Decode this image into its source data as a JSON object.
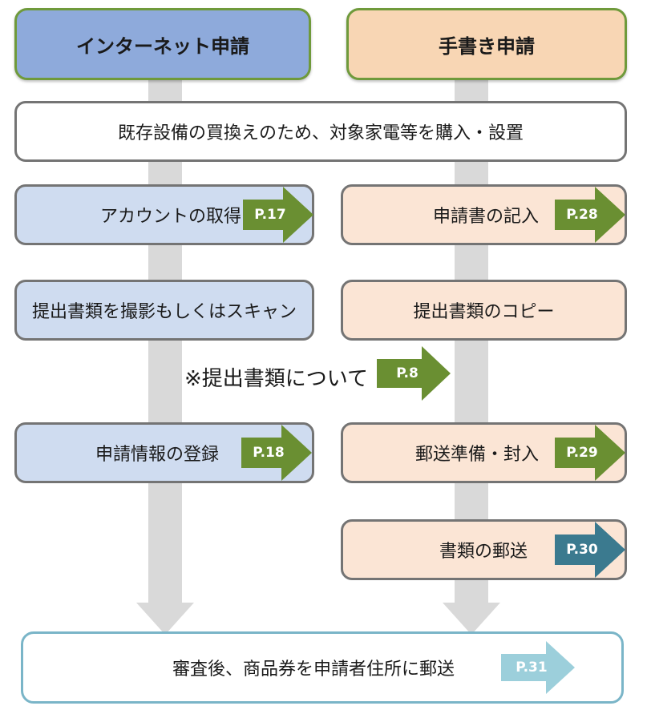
{
  "headers": {
    "internet": "インターネット申請",
    "handwritten": "手書き申請"
  },
  "common_step": "既存設備の買換えのため、対象家電等を購入・設置",
  "internet_steps": [
    {
      "label": "アカウントの取得",
      "page": "P.17"
    },
    {
      "label": "提出書類を撮影もしくはスキャン"
    },
    {
      "label": "申請情報の登録",
      "page": "P.18"
    }
  ],
  "handwritten_steps": [
    {
      "label": "申請書の記入",
      "page": "P.28"
    },
    {
      "label": "提出書類のコピー"
    },
    {
      "label": "郵送準備・封入",
      "page": "P.29"
    },
    {
      "label": "書類の郵送",
      "page": "P.30"
    }
  ],
  "note": {
    "label": "※提出書類について",
    "page": "P.8"
  },
  "final": {
    "label": "審査後、商品券を申請者住所に郵送",
    "page": "P.31"
  },
  "colors": {
    "arrow_green": "#6a8f32",
    "arrow_teal": "#3b7a8f",
    "arrow_light_blue": "#9ccfdb",
    "flow_gray": "#d9d9d9"
  }
}
